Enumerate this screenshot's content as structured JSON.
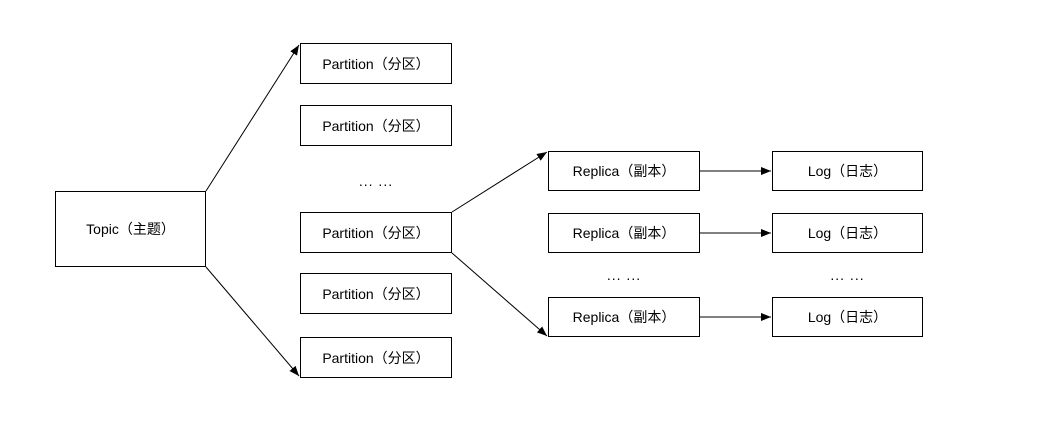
{
  "nodes": {
    "topic": "Topic（主题）",
    "partitions": [
      "Partition（分区）",
      "Partition（分区）",
      "Partition（分区）",
      "Partition（分区）",
      "Partition（分区）"
    ],
    "replicas": [
      "Replica（副本）",
      "Replica（副本）",
      "Replica（副本）"
    ],
    "logs": [
      "Log（日志）",
      "Log（日志）",
      "Log（日志）"
    ]
  },
  "ellipsis": {
    "partition_column": "... ...",
    "replica_column": "... ...",
    "log_column": "... ..."
  },
  "colors": {
    "background": "#ffffff",
    "node_fill": "#ffffff",
    "node_border": "#000000",
    "text": "#000000",
    "arrow": "#000000"
  }
}
